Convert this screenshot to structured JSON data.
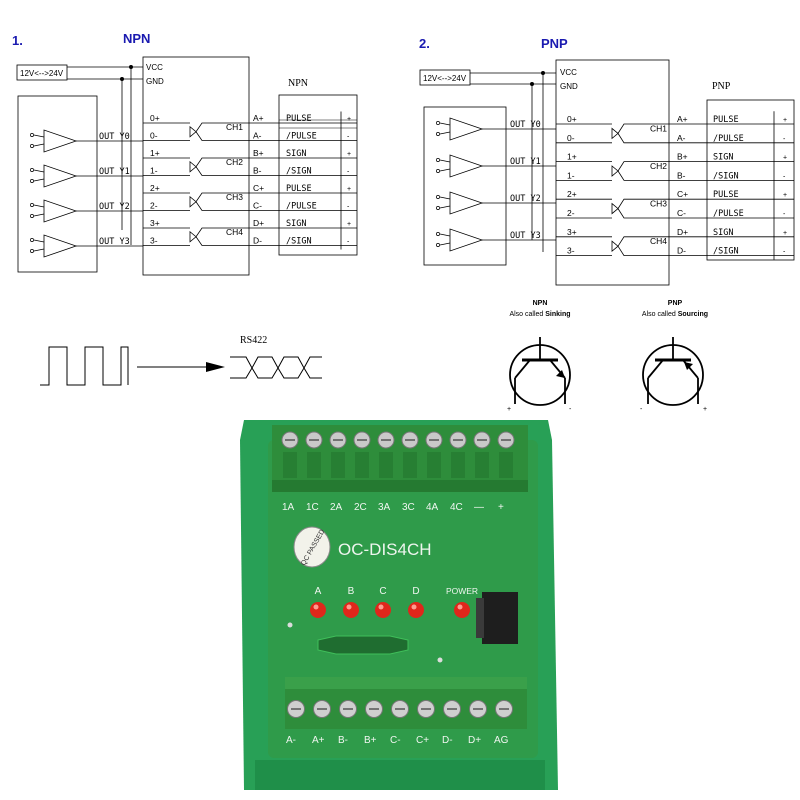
{
  "npn_section": {
    "number": "1.",
    "title": "NPN",
    "supply": "12V<-->24V",
    "vcc": "VCC",
    "gnd": "GND",
    "output_labels": [
      "OUT Y0",
      "OUT Y1",
      "OUT Y2",
      "OUT Y3"
    ],
    "pins": [
      "0+",
      "0-",
      "1+",
      "1-",
      "2+",
      "2-",
      "3+",
      "3-"
    ],
    "channels": [
      "CH1",
      "CH2",
      "CH3",
      "CH4"
    ],
    "terminals": [
      "A+",
      "A-",
      "B+",
      "B-",
      "C+",
      "C-",
      "D+",
      "D-"
    ],
    "table_title": "NPN",
    "signals": [
      "PULSE",
      "/PULSE",
      "SIGN",
      "/SIGN",
      "PULSE",
      "/PULSE",
      "SIGN",
      "/SIGN"
    ],
    "polarity": [
      "+",
      "-",
      "+",
      "-",
      "+",
      "-",
      "+",
      "-"
    ]
  },
  "pnp_section": {
    "number": "2.",
    "title": "PNP",
    "supply": "12V<-->24V",
    "vcc": "VCC",
    "gnd": "GND",
    "output_labels": [
      "OUT Y0",
      "OUT Y1",
      "OUT Y2",
      "OUT Y3"
    ],
    "pins": [
      "0+",
      "0-",
      "1+",
      "1-",
      "2+",
      "2-",
      "3+",
      "3-"
    ],
    "channels": [
      "CH1",
      "CH2",
      "CH3",
      "CH4"
    ],
    "terminals": [
      "A+",
      "A-",
      "B+",
      "B-",
      "C+",
      "C-",
      "D+",
      "D-"
    ],
    "table_title": "PNP",
    "signals": [
      "PULSE",
      "/PULSE",
      "SIGN",
      "/SIGN",
      "PULSE",
      "/PULSE",
      "SIGN",
      "/SIGN"
    ],
    "polarity": [
      "+",
      "-",
      "+",
      "-",
      "+",
      "-",
      "+",
      "-"
    ]
  },
  "waveform": {
    "label": "RS422"
  },
  "transistors": {
    "npn": {
      "title": "NPN",
      "subtitle_prefix": "Also called ",
      "subtitle_bold": "Sinking",
      "left_sign": "+",
      "right_sign": "-"
    },
    "pnp": {
      "title": "PNP",
      "subtitle_prefix": "Also called ",
      "subtitle_bold": "Sourcing",
      "left_sign": "-",
      "right_sign": "+"
    }
  },
  "board": {
    "model": "OC-DIS4CH",
    "qc_stamp": "QC PASSED",
    "top_terminals": [
      "1A",
      "1C",
      "2A",
      "2C",
      "3A",
      "3C",
      "4A",
      "4C",
      "—",
      "+"
    ],
    "leds": [
      "A",
      "B",
      "C",
      "D",
      "POWER"
    ],
    "bottom_terminals": [
      "A-",
      "A+",
      "B-",
      "B+",
      "C-",
      "C+",
      "D-",
      "D+",
      "AG"
    ],
    "colors": {
      "pcb": "#2e9a4a",
      "terminal_block": "#2f8f3c",
      "led": "#e0261b",
      "rail": "#2fa85a"
    }
  }
}
